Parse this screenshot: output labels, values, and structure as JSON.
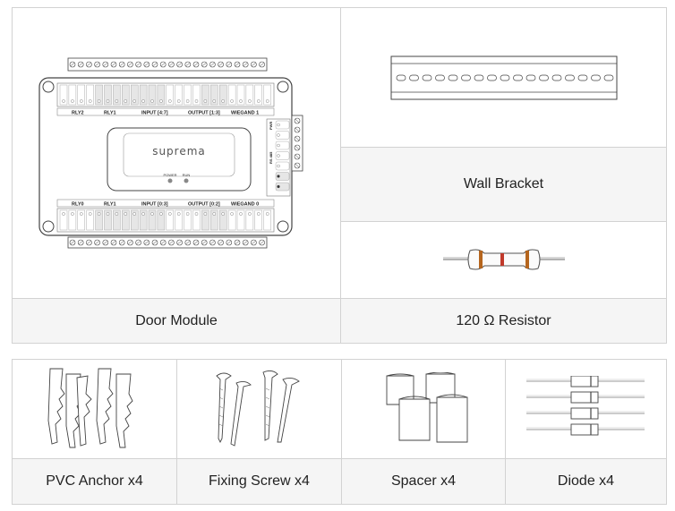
{
  "items": {
    "door_module": {
      "label": "Door Module",
      "icon": "door-module-icon"
    },
    "wall_bracket": {
      "label": "Wall Bracket",
      "icon": "din-rail-bracket-icon"
    },
    "resistor": {
      "label": "120 Ω Resistor",
      "icon": "resistor-icon"
    },
    "pvc_anchor": {
      "label": "PVC Anchor x4",
      "icon": "pvc-anchor-icon"
    },
    "fixing_screw": {
      "label": "Fixing Screw x4",
      "icon": "screw-icon"
    },
    "spacer": {
      "label": "Spacer x4",
      "icon": "spacer-icon"
    },
    "diode": {
      "label": "Diode x4",
      "icon": "diode-icon"
    }
  },
  "module_text": {
    "brand": "suprema",
    "power": "POWER",
    "run": "RUN",
    "top_labels": [
      "RLY2",
      "RLY1",
      "INPUT [4:7]",
      "OUTPUT [1:3]",
      "WIEGAND 1"
    ],
    "bottom_labels": [
      "RLY0",
      "RLY1",
      "INPUT [0:3]",
      "OUTPUT [0:2]",
      "WIEGAND 0"
    ],
    "side_labels": [
      "PWR",
      "RS 485"
    ]
  },
  "colors": {
    "border": "#d2d2d2",
    "label_bg": "#f5f5f5",
    "resistor_band": "#c0392b",
    "resistor_band2": "#b5651d"
  }
}
